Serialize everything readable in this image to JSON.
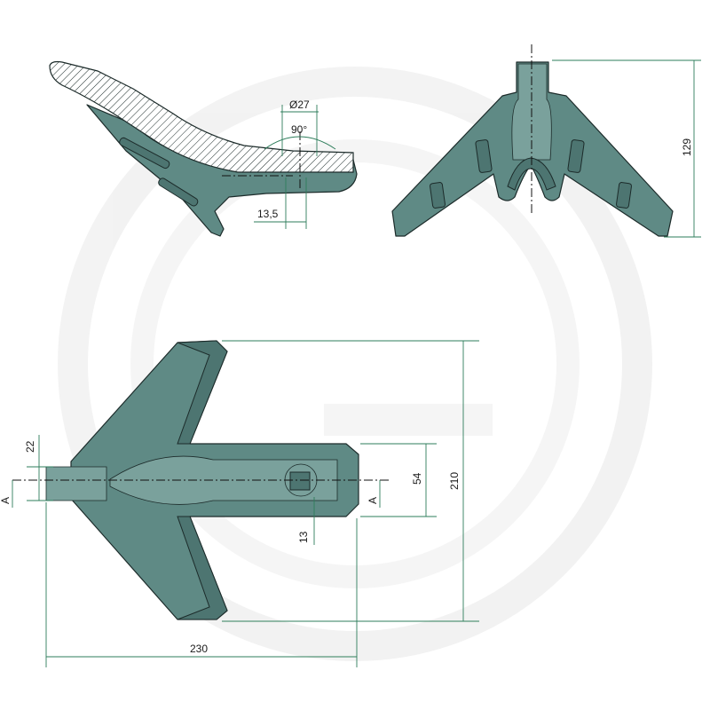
{
  "diagram": {
    "colors": {
      "part_fill": "#5f8a85",
      "dimension_line": "#2e7d5b",
      "watermark": "#e9e9e9"
    },
    "watermark": "logo-watermark",
    "dimensions": {
      "bore_diameter": "Ø27",
      "bore_angle": "90°",
      "side_offset": "13,5",
      "front_height": "129",
      "tip_width": "22",
      "shank_width": "54",
      "total_width": "210",
      "hole_offset": "13",
      "total_length": "230"
    },
    "section_labels": {
      "left": "A",
      "right": "A"
    }
  }
}
